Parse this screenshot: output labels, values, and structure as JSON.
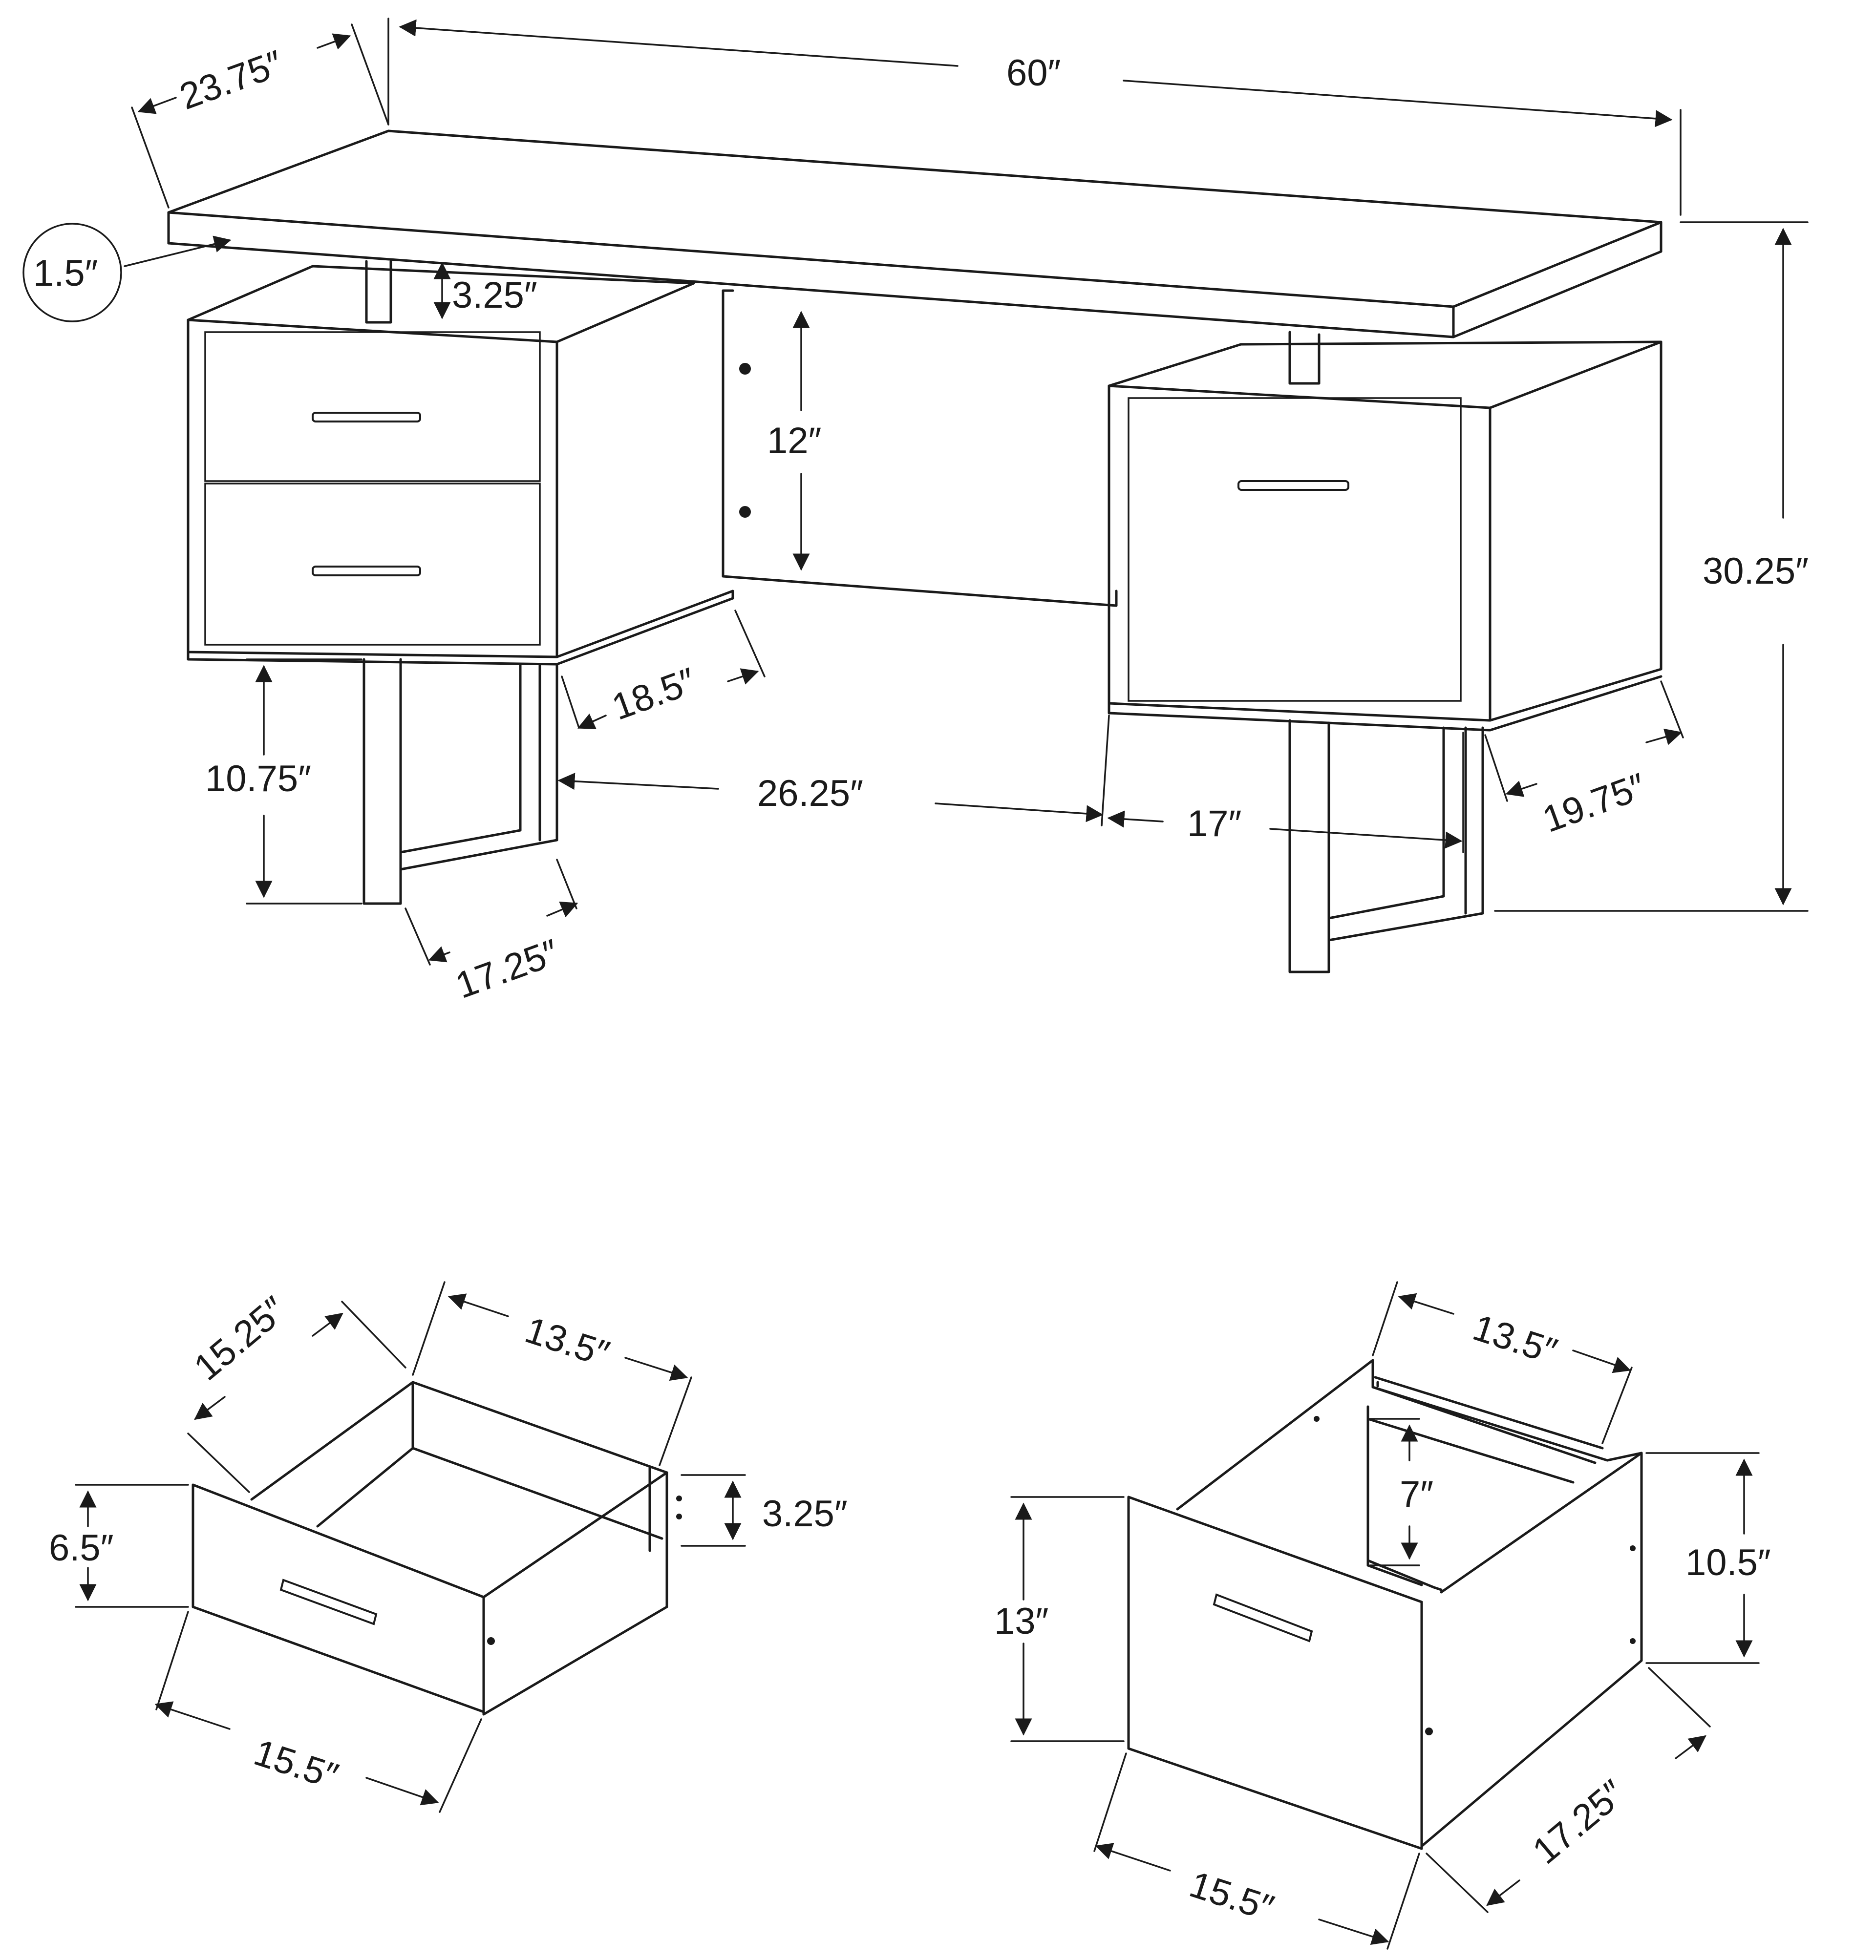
{
  "desk": {
    "width": "60″",
    "depth": "23.75″",
    "top_thickness": "1.5″",
    "top_gap": "3.25″",
    "modesty_panel_height": "12″",
    "overall_height": "30.25″",
    "left_cabinet_depth": "18.5″",
    "leg_clearance": "10.75″",
    "knee_space_width": "26.25″",
    "left_leg_depth": "17.25″",
    "right_cabinet_width": "17″",
    "right_cabinet_depth": "19.75″"
  },
  "small_drawer": {
    "depth": "15.25″",
    "inner_width": "13.5″",
    "front_height": "6.5″",
    "inner_height": "3.25″",
    "front_width": "15.5″"
  },
  "file_drawer": {
    "inner_width": "13.5″",
    "inner_height": "7″",
    "front_height": "13″",
    "side_height": "10.5″",
    "front_width": "15.5″",
    "depth": "17.25″"
  }
}
